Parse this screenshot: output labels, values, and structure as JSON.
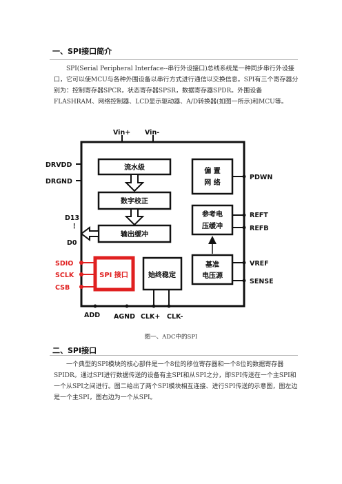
{
  "section1": {
    "heading": "一、SPI接口简介",
    "paragraph": "SPI(Serial Peripheral Interface--串行外设接口)总线系统是一种同步串行外设接口，它可以使MCU与各种外围设备以串行方式进行通信以交换信息。SPI有三个寄存器分别为：控制寄存器SPCR，状态寄存器SPSR，数据寄存器SPDR。外围设备FLASHRAM、网络控制器、LCD显示驱动器、A/D转换器(如图一所示)和MCU等。"
  },
  "figure": {
    "caption": "图一、ADC中的SPI",
    "top_pins": [
      "Vin+",
      "Vin-"
    ],
    "left_pins": [
      "DRVDD",
      "DRGND",
      "D13",
      "D0"
    ],
    "spi_pins": [
      "SDIO",
      "SCLK",
      "CSB"
    ],
    "right_pins": [
      "PDWN",
      "REFT",
      "REFB",
      "VREF",
      "SENSE"
    ],
    "bottom_pins": [
      "ADD",
      "AGND",
      "CLK+",
      "CLK-"
    ],
    "blocks": {
      "pipeline": "流水级",
      "digital_correction": "数字校正",
      "output_buffer": "输出缓冲",
      "bias_line1": "偏 置",
      "bias_line2": "网 络",
      "ref_buffer_line1": "参考电",
      "ref_buffer_line2": "压缓冲",
      "ref_source_line1": "基准",
      "ref_source_line2": "电压源",
      "spi": "SPI 接口",
      "clock_stabilizer": "始终稳定"
    },
    "colors": {
      "spi_highlight": "#e02020"
    }
  },
  "section2": {
    "heading": "二、SPI接口",
    "paragraph": "一个典型的SPI模块的核心部件是一个8位的移位寄存器和一个8位的数据寄存器SPIDR。通过SPI进行数据传送的设备有主SPI和从SPI之分，即SPI传送在一个主SPI和一个从SPI之间进行。图二给出了两个SPI模块相互连接、进行SPI传送的示意图，图左边是一个主SPI，图右边为一个从SPI。"
  }
}
